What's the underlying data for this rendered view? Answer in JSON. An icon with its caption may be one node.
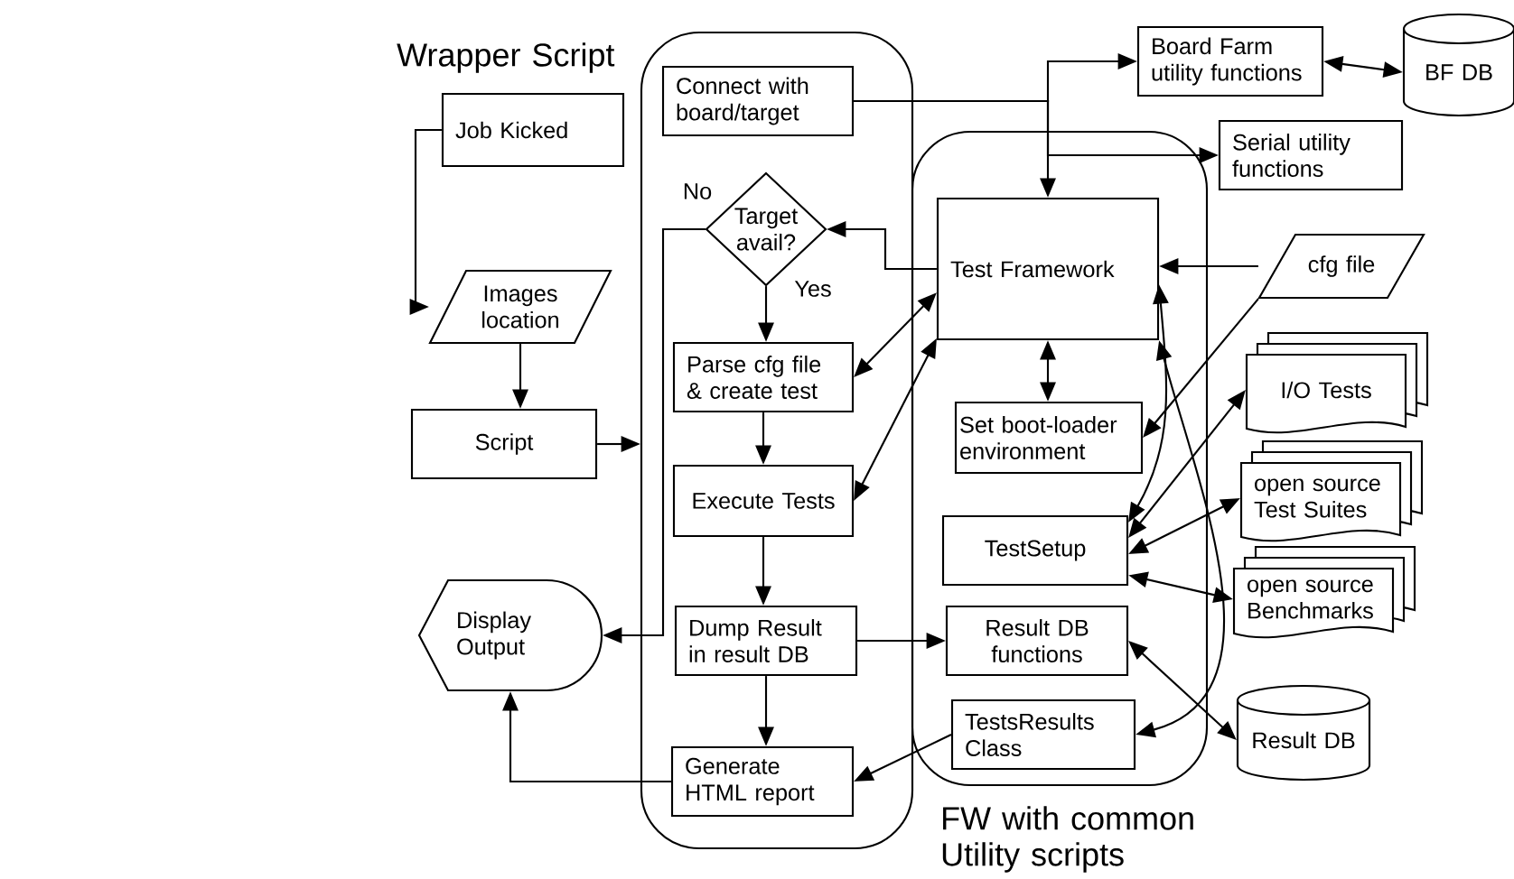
{
  "diagram": {
    "nodes": [
      {
        "text": [
          "Wrapper Script"
        ]
      },
      {
        "text": [
          "Connect with board/target"
        ],
        "in": 0
      },
      {
        "text": [
          "Job Kicked"
        ]
      },
      {
        "text": [
          "Target avail?"
        ],
        "in": 0
      },
      {
        "text": [
          "Images location"
        ]
      },
      {
        "text": [
          "Script"
        ]
      },
      {
        "text": [
          "Parse cfg file & create test"
        ],
        "in": 0
      },
      {
        "text": [
          "Execute Tests"
        ],
        "in": 0
      },
      {
        "text": [
          "Display Output"
        ]
      },
      {
        "text": [
          "Dump Result in result DB"
        ],
        "in": 0
      },
      {
        "text": [
          "Generate HTML report"
        ],
        "in": 0
      },
      {
        "text": [
          "FW with common Utility scripts"
        ]
      },
      {
        "text": [
          "Board Farm utility functions"
        ]
      },
      {
        "text": [
          "BF DB"
        ]
      },
      {
        "text": [
          "Serial utility functions"
        ]
      },
      {
        "text": [
          "Test Framework"
        ],
        "in": 11
      },
      {
        "text": [
          "cfg file"
        ]
      },
      {
        "text": [
          "Set boot-loader environment"
        ],
        "in": 11
      },
      {
        "text": [
          "I/O Tests"
        ]
      },
      {
        "text": [
          "TestSetup"
        ],
        "in": 11
      },
      {
        "text": [
          "open source Test Suites"
        ]
      },
      {
        "text": [
          "open source Benchmarks"
        ]
      },
      {
        "text": [
          "Result DB functions"
        ],
        "in": 11
      },
      {
        "text": [
          "TestsResults Class"
        ],
        "in": 11
      },
      {
        "text": [
          "Result DB"
        ]
      }
    ],
    "edges": [
      {
        "from": 2,
        "to": 4,
        "arrow": "to"
      },
      {
        "from": 4,
        "to": 5,
        "arrow": "to"
      },
      {
        "from": 5,
        "to": 0,
        "arrow": "to"
      },
      {
        "from": 1,
        "to": 12,
        "arrow": "to"
      },
      {
        "from": 1,
        "to": 14,
        "arrow": "to"
      },
      {
        "from": 1,
        "to": 15,
        "arrow": "to"
      },
      {
        "from": 12,
        "to": 13,
        "arrow": "both"
      },
      {
        "from": 15,
        "to": 3,
        "arrow": "to"
      },
      {
        "from": 3,
        "to": 6,
        "arrow": "to",
        "label": "Yes"
      },
      {
        "from": 3,
        "to": 8,
        "arrow": "to",
        "label": "No"
      },
      {
        "from": 6,
        "to": 7,
        "arrow": "to"
      },
      {
        "from": 7,
        "to": 9,
        "arrow": "to"
      },
      {
        "from": 9,
        "to": 10,
        "arrow": "to"
      },
      {
        "from": 9,
        "to": 22,
        "arrow": "to"
      },
      {
        "from": 10,
        "to": 8,
        "arrow": "to"
      },
      {
        "from": 15,
        "to": 6,
        "arrow": "both"
      },
      {
        "from": 15,
        "to": 7,
        "arrow": "both"
      },
      {
        "from": 15,
        "to": 17,
        "arrow": "both"
      },
      {
        "from": 16,
        "to": 15,
        "arrow": "to"
      },
      {
        "from": 16,
        "to": 17,
        "arrow": "to"
      },
      {
        "from": 15,
        "to": 19,
        "arrow": "both"
      },
      {
        "from": 15,
        "to": 23,
        "arrow": "both"
      },
      {
        "from": 19,
        "to": 18,
        "arrow": "both"
      },
      {
        "from": 19,
        "to": 20,
        "arrow": "both"
      },
      {
        "from": 19,
        "to": 21,
        "arrow": "both"
      },
      {
        "from": 22,
        "to": 24,
        "arrow": "both"
      },
      {
        "from": 23,
        "to": 10,
        "arrow": "to"
      }
    ]
  }
}
